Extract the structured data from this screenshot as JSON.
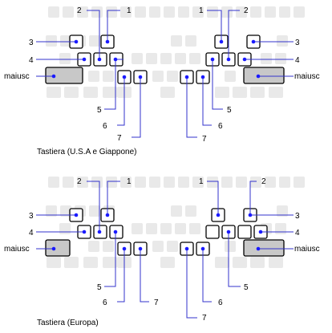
{
  "captions": {
    "us_japan": "Tastiera (U.S.A e Giappone)",
    "europe": "Tastiera (Europa)"
  },
  "callouts": {
    "one": "1",
    "two": "2",
    "three": "3",
    "four": "4",
    "five": "5",
    "six": "6",
    "seven": "7",
    "shift": "maiusc"
  },
  "colors": {
    "callout_line": "#3333cc",
    "callout_dot": "#1a1aff",
    "faded_key": "#e9e9e9",
    "shift_key": "#c8c8c8",
    "key_outline": "#000000"
  }
}
